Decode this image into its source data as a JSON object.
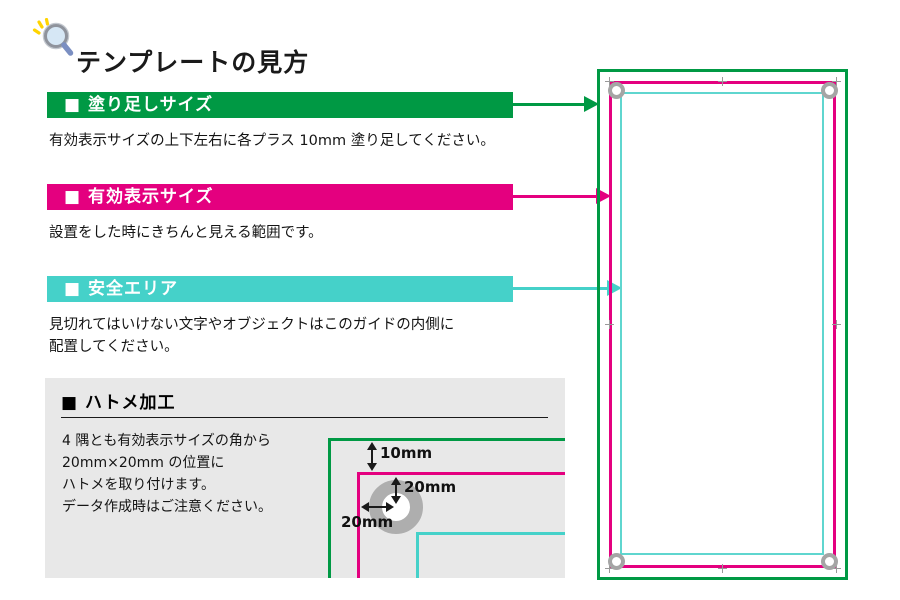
{
  "page": {
    "title": "テンプレートの見方"
  },
  "colors": {
    "bleed_green": "#009944",
    "effective_pink": "#e4007f",
    "safe_cyan": "#45d1c9",
    "panel_gray": "#e8e8e8",
    "eyelet_gray": "#a5a5a5"
  },
  "legend": [
    {
      "id": "bleed-size",
      "label": "■ 塗り足しサイズ",
      "desc_lines": [
        "有効表示サイズの上下左右に各プラス 10mm 塗り足してください。"
      ]
    },
    {
      "id": "effective-size",
      "label": "■ 有効表示サイズ",
      "desc_lines": [
        "設置をした時にきちんと見える範囲です。"
      ]
    },
    {
      "id": "safe-area",
      "label": "■ 安全エリア",
      "desc_lines": [
        "見切れてはいけない文字やオブジェクトはこのガイドの内側に",
        "配置してください。"
      ]
    }
  ],
  "hatome": {
    "heading": "■ ハトメ加工",
    "body_lines": [
      "4 隅とも有効表示サイズの角から",
      "20mm×20mm の位置に",
      "ハトメを取り付けます。",
      "データ作成時はご注意ください。"
    ],
    "dims": {
      "bleed_offset": "10mm",
      "eyelet_offset_y": "20mm",
      "eyelet_offset_x": "20mm"
    }
  }
}
